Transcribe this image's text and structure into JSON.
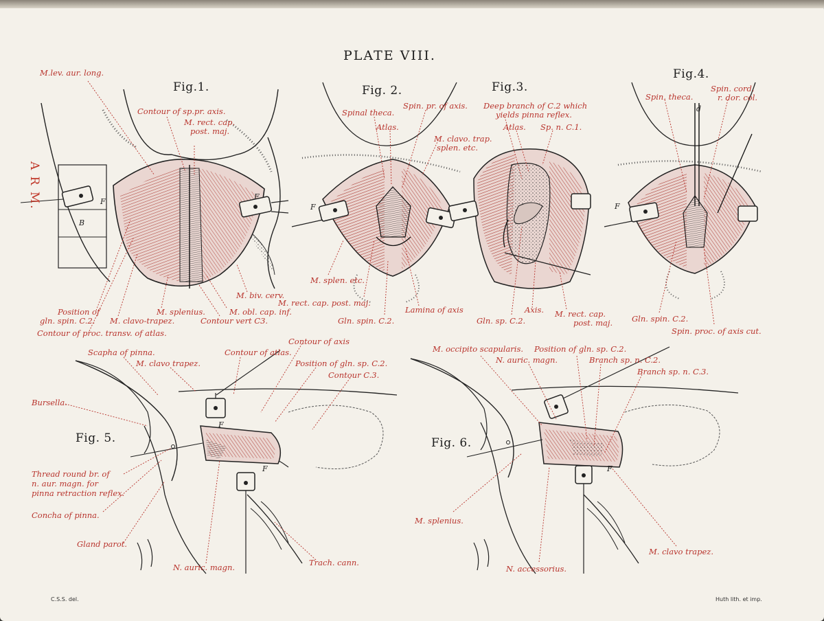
{
  "plate": {
    "title": "PLATE VIII.",
    "credit_left": "C.S.S. del.",
    "credit_right": "Huth lith. et imp."
  },
  "colors": {
    "ink": "#1d1d1d",
    "red_ink": "#b8332c",
    "paper": "#f4f1ea"
  },
  "figures": {
    "fig1": {
      "title": "Fig.1.",
      "arm": "A R M.",
      "flap_f_left": "F",
      "flap_b": "B",
      "flap_f_right": "F",
      "labels": {
        "m_lev_aur_long": "M.lev. aur. long.",
        "contour_sp_pr_axis": "Contour of sp.pr. axis.",
        "m_rect_cap_1": "M. rect. cap.",
        "m_rect_cap_2": "post. maj.",
        "position_gln_1": "Position of",
        "position_gln_2": "gln. spin. C.2.",
        "m_clavo_trapez": "M. clavo-trapez.",
        "m_splenius": "M. splenius.",
        "m_obl_cap_inf": "M. obl. cap. inf.",
        "m_biv_cerv": "M. biv. cerv.",
        "contour_vert_c3": "Contour vert C3.",
        "contour_proc_transv": "Contour of proc. transv. of atlas."
      }
    },
    "fig2": {
      "title": "Fig. 2.",
      "flap_f": "F",
      "labels": {
        "spinal_theca": "Spinal theca.",
        "spin_pr_axis": "Spin. pr. of axis.",
        "atlas": "Atlas.",
        "m_clavo_trap_1": "M. clavo. trap.",
        "m_clavo_trap_2": "splen. etc.",
        "m_splen_etc": "M. splen. etc.",
        "m_rect_cap_post_maj": "M. rect. cap. post. maj.",
        "gln_spin_c2": "Gln. spin. C.2.",
        "lamina_of_axis": "Lamina of axis"
      }
    },
    "fig3": {
      "title": "Fig.3.",
      "labels": {
        "deep_branch_1": "Deep branch of C.2 which",
        "deep_branch_2": "yields pinna reflex.",
        "atlas": "Atlas.",
        "sp_n_c1": "Sp. n. C.1.",
        "axis": "Axis.",
        "gln_sp_c2": "Gln. sp. C.2.",
        "m_rect_cap_1": "M. rect. cap.",
        "m_rect_cap_2": "post. maj."
      }
    },
    "fig4": {
      "title": "Fig.4.",
      "flap_f": "F",
      "probe_d": "d",
      "labels": {
        "spin_theca": "Spin. theca.",
        "spin_cord_1": "Spin. cord.",
        "spin_cord_2": "r. dor. col.",
        "gln_spin_c2": "Gln. spin. C.2.",
        "spin_proc_axis_cut": "Spin. proc. of axis cut."
      }
    },
    "fig5": {
      "title": "Fig. 5.",
      "flap_f1": "F",
      "flap_f2": "F",
      "labels": {
        "scapha_of_pinna": "Scapha of pinna.",
        "m_clavo_trapez": "M. clavo trapez.",
        "contour_of_atlas": "Contour of atlas.",
        "contour_of_axis": "Contour of axis",
        "position_gln_sp_c2": "Position of gln. sp. C.2.",
        "contour_c3": "Contour C.3.",
        "bursella": "Bursella.",
        "thread_1": "Thread round br. of",
        "thread_2": "n. aur. magn. for",
        "thread_3": "pinna retraction reflex.",
        "concha_of_pinna": "Concha of pinna.",
        "gland_parot": "Gland parot.",
        "n_auric_magn": "N. auric. magn.",
        "trach_cann": "Trach. cann."
      }
    },
    "fig6": {
      "title": "Fig. 6.",
      "flap_f": "F",
      "labels": {
        "m_occipito_scapularis": "M. occipito scapularis.",
        "position_gln_sp_c2": "Position of gln. sp. C.2.",
        "n_auric_magn": "N. auric. magn.",
        "branch_sp_n_c2": "Branch sp. n. C.2.",
        "branch_sp_n_c3": "Branch sp. n. C.3.",
        "m_splenius": "M. splenius.",
        "n_accessorius": "N. accessorius.",
        "m_clavo_trapez": "M. clavo trapez."
      }
    }
  }
}
